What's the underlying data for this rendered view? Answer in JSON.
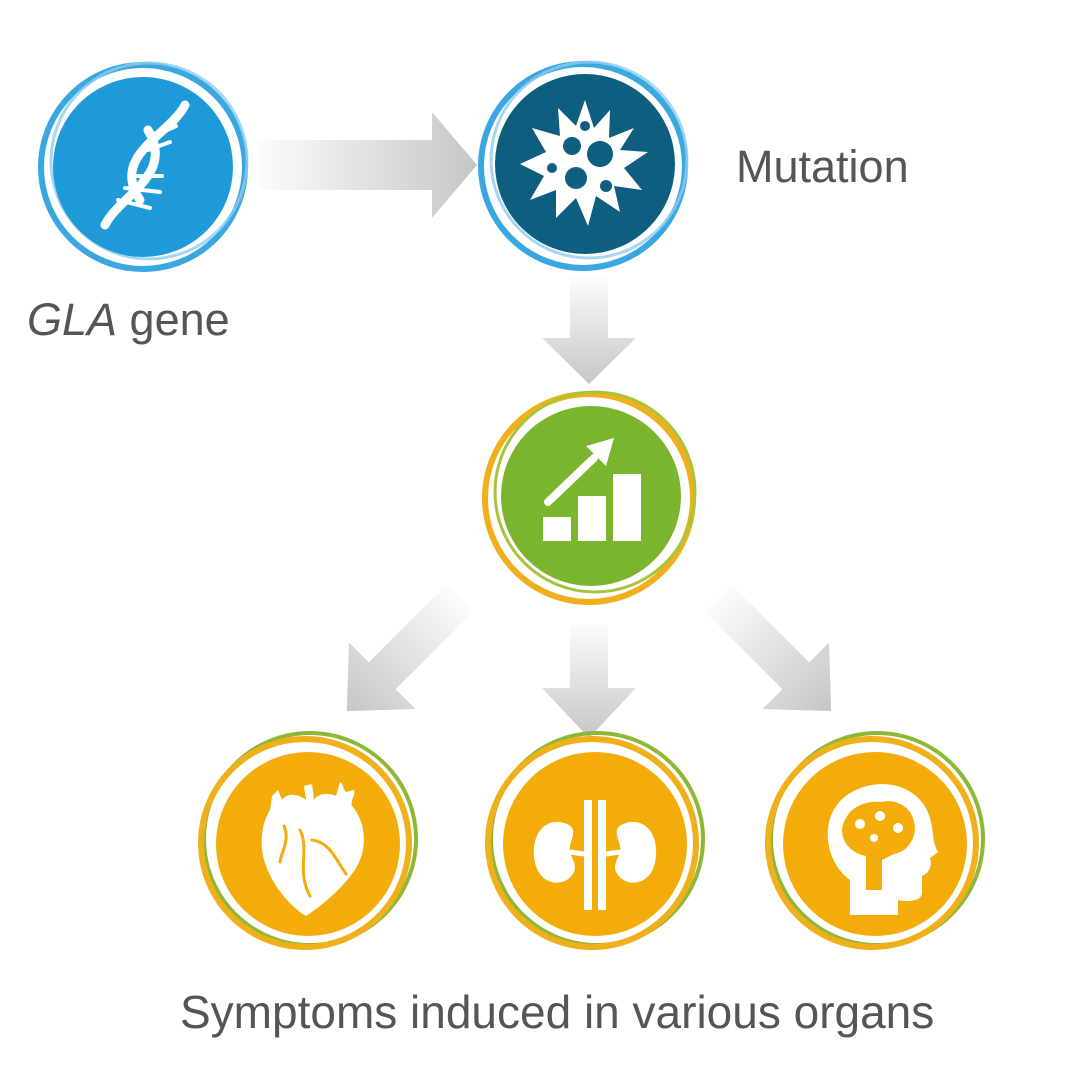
{
  "colors": {
    "blue": "#1f9ad9",
    "navy": "#0e5e80",
    "ring_blue": "#3aa7e0",
    "green": "#79b52d",
    "orange": "#f4ac0a",
    "ring_orange": "#efb01c",
    "ring_green": "#8db834",
    "arrow": "#c6c6c6",
    "text": "#555555"
  },
  "nodes": [
    {
      "id": "gene",
      "icon": "dna-icon"
    },
    {
      "id": "mutation",
      "icon": "virus-icon"
    },
    {
      "id": "enzyme",
      "icon": "rising-bar-chart-icon"
    },
    {
      "id": "heart",
      "icon": "heart-icon"
    },
    {
      "id": "kidney",
      "icon": "kidneys-icon"
    },
    {
      "id": "brain",
      "icon": "head-brain-icon"
    }
  ],
  "labels": {
    "gene_italic": "GLA",
    "gene_rest": " gene",
    "mutation": "Mutation",
    "symptoms": "Symptoms induced in various organs"
  }
}
